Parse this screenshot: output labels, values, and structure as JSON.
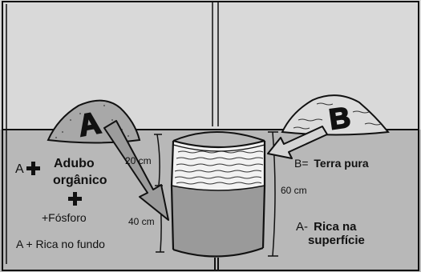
{
  "labels": {
    "pile_a": "A",
    "pile_b": "B",
    "depth_top": "20 cm",
    "depth_bottom": "40 cm",
    "depth_total": "60 cm",
    "left_a": "A",
    "left_adubo": "Adubo",
    "left_organico": "orgânico",
    "left_fosforo": "+Fósforo",
    "left_rica_fundo": "A + Rica no fundo",
    "right_b_prefix": "B=",
    "right_b_bold": "Terra pura",
    "right_a_prefix": "A-",
    "right_rica_na": "Rica na",
    "right_superficie": "superfície"
  },
  "colors": {
    "wall": "#d9d9d9",
    "ground": "#b8b8b8",
    "pile": "#a8a8a8",
    "pile_b": "#dcdcdc",
    "bottom_fill": "#9a9a9a",
    "arrow_a": "#9c9c9c",
    "arrow_b": "#d4d4d4",
    "outline": "#111111"
  }
}
